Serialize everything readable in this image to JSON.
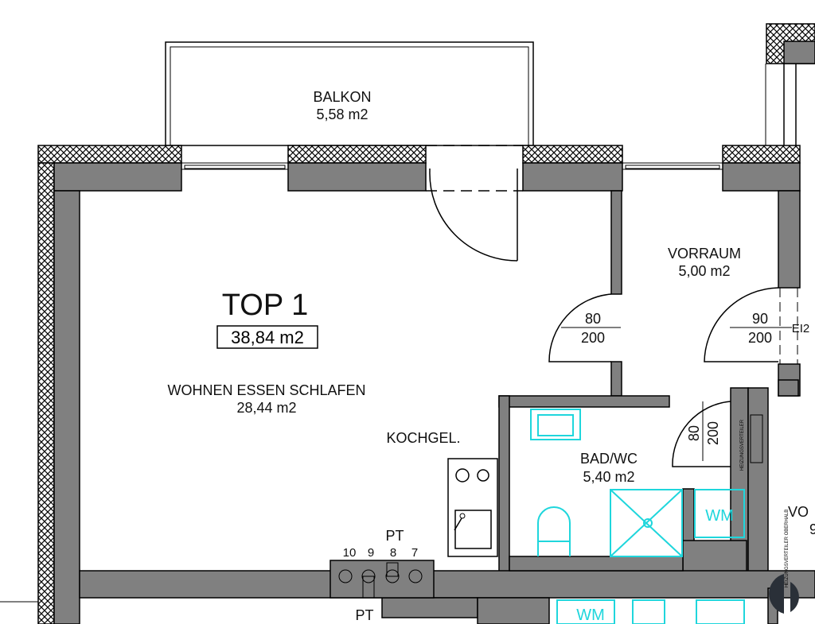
{
  "rooms": {
    "balkon": {
      "name": "BALKON",
      "area": "5,58 m2"
    },
    "top": {
      "name": "TOP 1",
      "area": "38,84 m2"
    },
    "wohnen": {
      "name": "WOHNEN ESSEN SCHLAFEN",
      "area": "28,44 m2"
    },
    "vorraum": {
      "name": "VORRAUM",
      "area": "5,00 m2"
    },
    "bad": {
      "name": "BAD/WC",
      "area": "5,40 m2"
    },
    "kochgel": {
      "name": "KOCHGEL."
    },
    "vo_partial": {
      "name": "VO",
      "area": "9"
    }
  },
  "doors": [
    {
      "width": "80",
      "height": "200"
    },
    {
      "width": "90",
      "height": "200",
      "tag": "EI2"
    },
    {
      "width": "80",
      "height": "200"
    }
  ],
  "fixtures": {
    "wm": "WM",
    "wm_lower": "WM",
    "pt_top": "PT",
    "pt_bottom": "PT",
    "shaft_numbers": [
      "10",
      "9",
      "8",
      "7"
    ],
    "heizung": "HEIZUNGSVERTEILER",
    "heizung2": "HEIZUNGSVERTEILER OBERHALB"
  },
  "colors": {
    "wall": "#808080",
    "sanitary": "#1fd6dc"
  }
}
